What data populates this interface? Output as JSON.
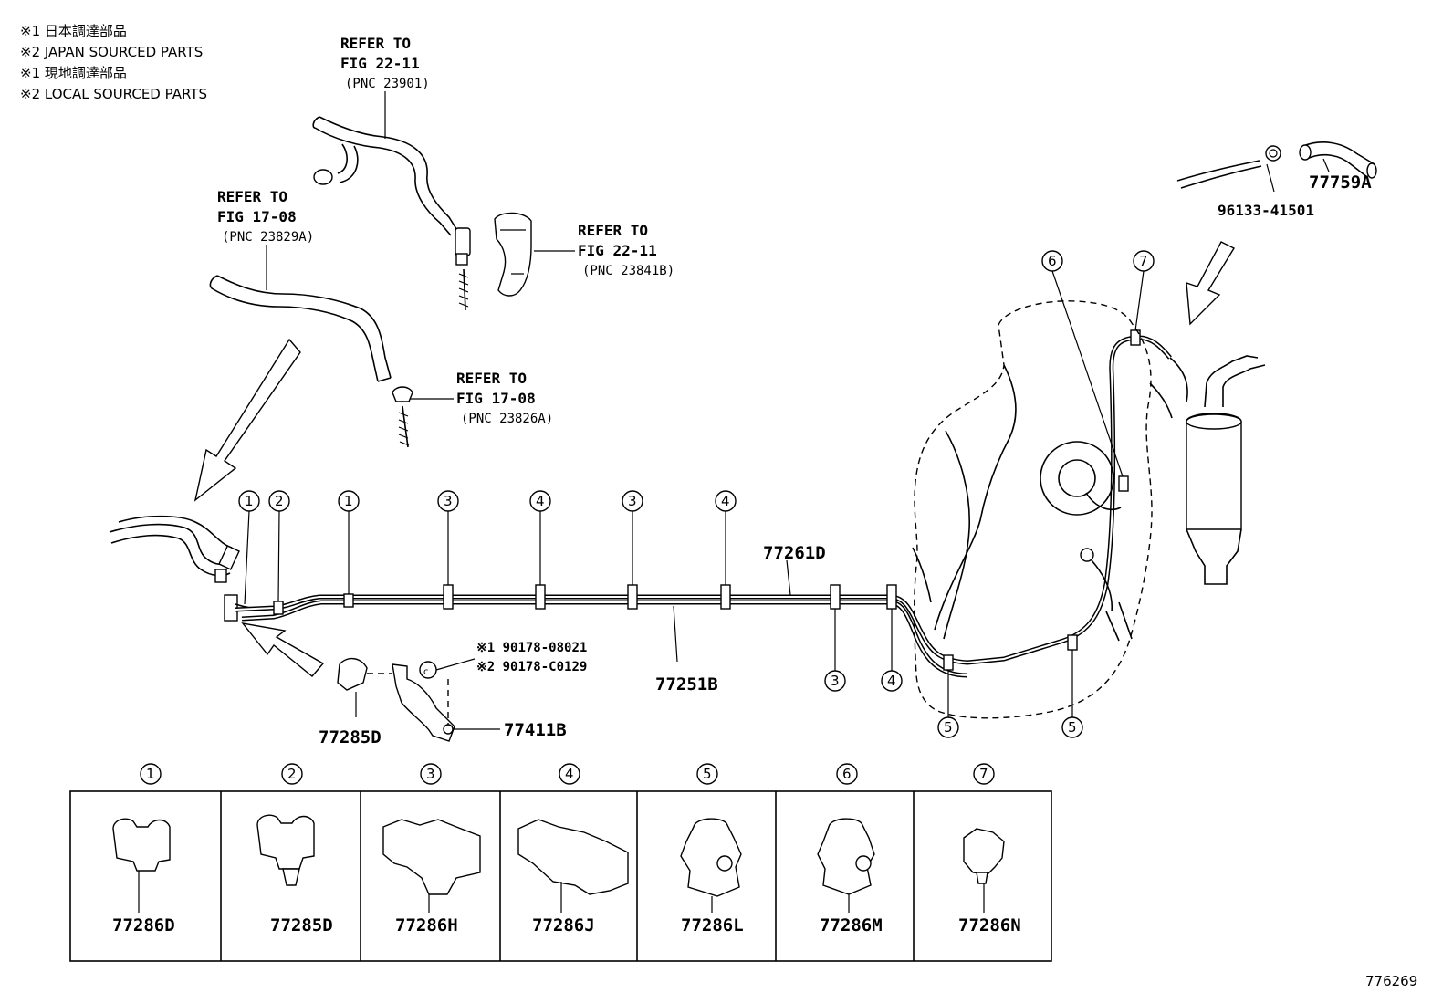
{
  "notes": [
    "※1 日本調達部品",
    "※2 JAPAN SOURCED PARTS",
    "※1 現地調達部品",
    "※2 LOCAL SOURCED PARTS"
  ],
  "references": [
    {
      "line1": "REFER TO",
      "line2": "FIG 22-11",
      "pnc": "(PNC 23901)"
    },
    {
      "line1": "REFER TO",
      "line2": "FIG 17-08",
      "pnc": "(PNC 23829A)"
    },
    {
      "line1": "REFER TO",
      "line2": "FIG 22-11",
      "pnc": "(PNC 23841B)"
    },
    {
      "line1": "REFER TO",
      "line2": "FIG 17-08",
      "pnc": "(PNC 23826A)"
    }
  ],
  "part_numbers": {
    "fuel_line_main": "77261D",
    "fuel_line_return": "77251B",
    "clamp_bracket_clip": "77285D",
    "bracket": "77411B",
    "bolt_note_1": "※1 90178-08021",
    "bolt_note_2": "※2 90178-C0129",
    "hose": "77759A",
    "clip_wire": "96133-41501"
  },
  "callout_numbers": [
    "1",
    "2",
    "3",
    "4",
    "5",
    "6",
    "7"
  ],
  "legend": [
    {
      "num": "1",
      "part": "77286D"
    },
    {
      "num": "2",
      "part": "77285D"
    },
    {
      "num": "3",
      "part": "77286H"
    },
    {
      "num": "4",
      "part": "77286J"
    },
    {
      "num": "5",
      "part": "77286L"
    },
    {
      "num": "6",
      "part": "77286M"
    },
    {
      "num": "7",
      "part": "77286N"
    }
  ],
  "figure_id": "776269"
}
